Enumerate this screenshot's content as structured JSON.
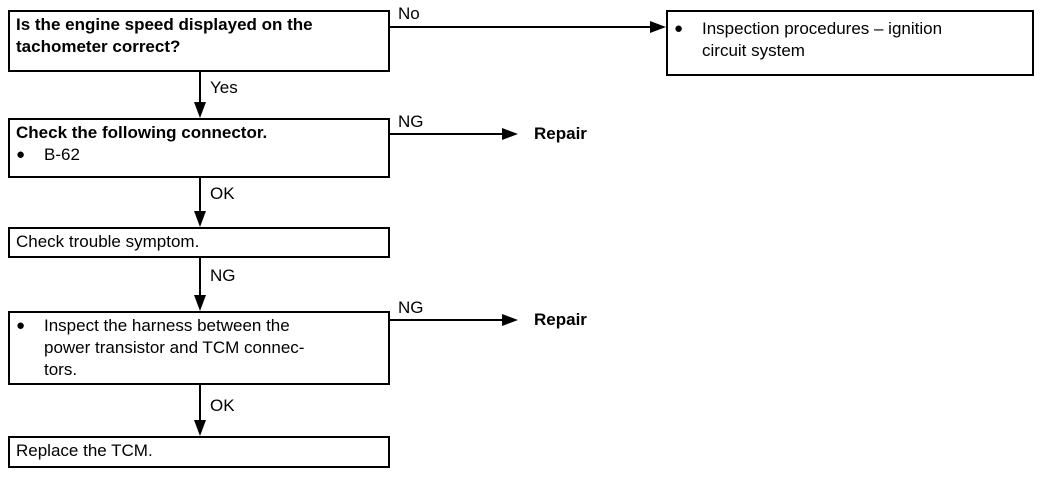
{
  "nodes": {
    "q_tachometer": {
      "lines": [
        "Is the engine speed displayed on the",
        "tachometer correct?"
      ]
    },
    "ignition": {
      "bullet": "●",
      "lines": [
        "Inspection procedures – ignition",
        "circuit  system"
      ]
    },
    "check_connector": {
      "title": "Check the following connector.",
      "bullet": "●",
      "item": "B-62"
    },
    "check_symptom": {
      "lines": [
        "Check trouble symptom."
      ]
    },
    "inspect_harness": {
      "bullet": "●",
      "lines": [
        "Inspect the harness between the",
        "power transistor and TCM connec-",
        "tors."
      ]
    },
    "replace_tcm": {
      "lines": [
        "Replace the TCM."
      ]
    }
  },
  "edges": {
    "no": "No",
    "yes": "Yes",
    "ng1": "NG",
    "ok1": "OK",
    "ng2": "NG",
    "ng3": "NG",
    "ok2": "OK",
    "repair1": "Repair",
    "repair2": "Repair"
  }
}
